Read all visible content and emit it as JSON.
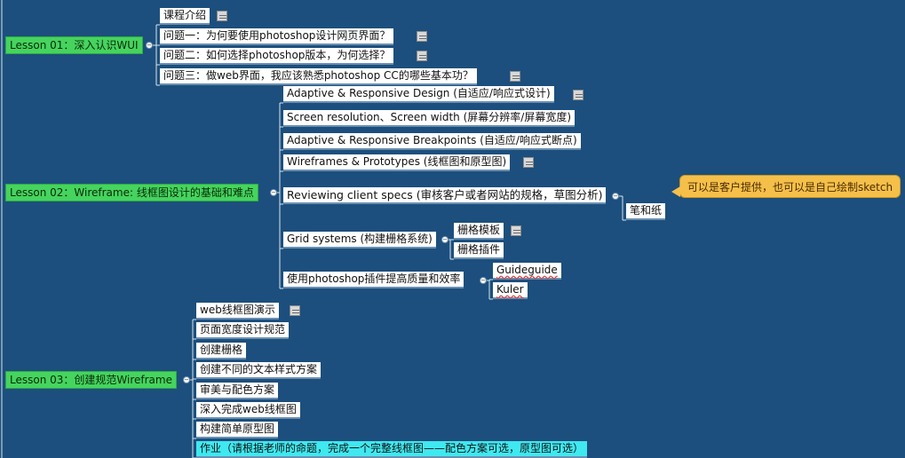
{
  "lessons": [
    {
      "title": "Lesson 01：深入认识WUI",
      "items": [
        {
          "label": "课程介绍"
        },
        {
          "label": "问题一：为何要使用photoshop设计网页界面？"
        },
        {
          "label": "问题二：如何选择photoshop版本，为何选择？"
        },
        {
          "label": "问题三：做web界面，我应该熟悉photoshop CC的哪些基本功？"
        }
      ]
    },
    {
      "title": "Lesson 02：Wireframe: 线框图设计的基础和难点",
      "items": [
        {
          "label": "Adaptive & Responsive Design (自适应/响应式设计)"
        },
        {
          "label": "Screen resolution、Screen width (屏幕分辨率/屏幕宽度)"
        },
        {
          "label": "Adaptive & Responsive Breakpoints (自适应/响应式断点)"
        },
        {
          "label": "Wireframes & Prototypes (线框图和原型图)"
        },
        {
          "label": "Reviewing client specs (审核客户或者网站的规格，草图分析)",
          "child": "笔和纸",
          "note": "可以是客户提供，也可以是自己绘制sketch"
        },
        {
          "label": "Grid systems (构建栅格系统)",
          "children": [
            "栅格模板",
            "栅格插件"
          ]
        },
        {
          "label": "使用photoshop插件提高质量和效率",
          "children": [
            "Guideguide",
            "Kuler"
          ]
        }
      ]
    },
    {
      "title": "Lesson 03：创建规范Wireframe",
      "items": [
        {
          "label": "web线框图演示"
        },
        {
          "label": "页面宽度设计规范"
        },
        {
          "label": "创建栅格"
        },
        {
          "label": "创建不同的文本样式方案"
        },
        {
          "label": "审美与配色方案"
        },
        {
          "label": "深入完成web线框图"
        },
        {
          "label": "构建简单原型图"
        },
        {
          "label": "作业（请根据老师的命题，完成一个完整线框图——配色方案可选，原型图可选）"
        }
      ]
    }
  ],
  "icons": {
    "note": "note-icon",
    "collapse": "collapse-toggle-icon"
  },
  "colors": {
    "background": "#1c4f7d",
    "lesson": "#45d45e",
    "node": "#ffffff",
    "highlight": "#40e8f0",
    "callout": "#f5c04a"
  }
}
